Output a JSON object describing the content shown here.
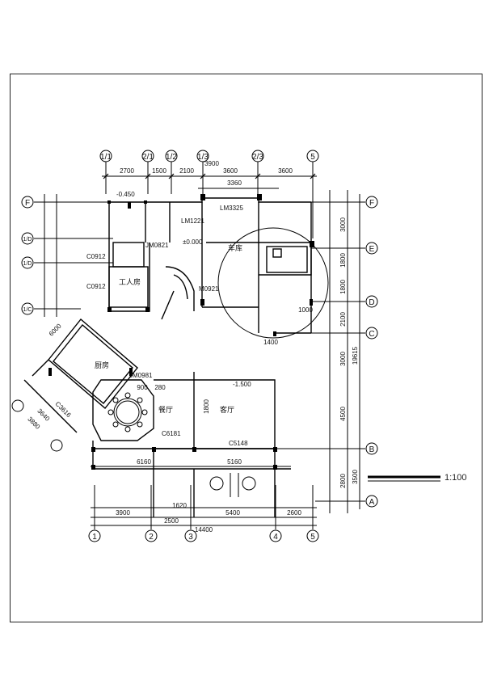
{
  "axes_top": [
    "1/1",
    "2/1",
    "1/2",
    "1/3",
    "2/3",
    "5"
  ],
  "axes_bottom": [
    "1",
    "2",
    "3",
    "4",
    "5"
  ],
  "axes_right": [
    "F",
    "E",
    "D",
    "C",
    "B",
    "A"
  ],
  "axes_left": [
    "F",
    "1/D",
    "1/D",
    "1/C"
  ],
  "dims_top": [
    "2700",
    "1500",
    "2100",
    "3600",
    "3600"
  ],
  "dim_3900_top": "3900",
  "dims_bottom": [
    "3900",
    "2500",
    "5400",
    "2600"
  ],
  "dim_total": "14400",
  "dim_right_total": "19615",
  "dims_right": [
    "3000",
    "1800",
    "1800",
    "2100",
    "3000",
    "4500",
    "2800",
    "3500"
  ],
  "rooms": {
    "garage": "车库",
    "servant": "工人房",
    "kitchen": "厨房",
    "dining": "餐厅",
    "living": "客厅"
  },
  "tags": {
    "lm3325": "LM3325",
    "lm1221": "LM1221",
    "jm0821": "JM0821",
    "m0921": "M0921",
    "c0912a": "C0912",
    "c0912b": "C0912",
    "c6181": "C6181",
    "c5148": "C5148",
    "c3616": "C3616",
    "jm0981": "JM0981",
    "level_garage": "-0.450",
    "level_living": "-1.500",
    "level_servant": "±0.000"
  },
  "dims_misc": {
    "d6160": "6160",
    "d5160": "5160",
    "d3360": "3360",
    "d1400": "1400",
    "d1000": "1000",
    "d1620": "1620",
    "d1800": "1800",
    "d900": "900",
    "d280": "280",
    "d3640": "3640",
    "d3880": "3880",
    "d6000": "6000"
  },
  "scale_label": "1:100"
}
